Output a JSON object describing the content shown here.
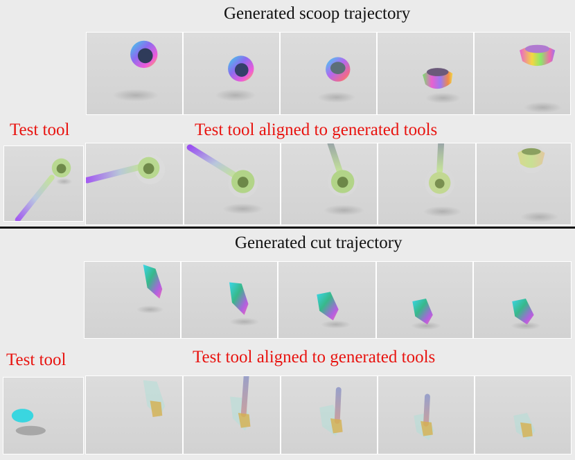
{
  "scoop_section": {
    "title": "Generated scoop trajectory",
    "test_tool_label": "Test tool",
    "aligned_label": "Test tool aligned to generated tools"
  },
  "cut_section": {
    "title": "Generated cut trajectory",
    "test_tool_label": "Test tool",
    "aligned_label": "Test tool aligned to generated tools"
  }
}
